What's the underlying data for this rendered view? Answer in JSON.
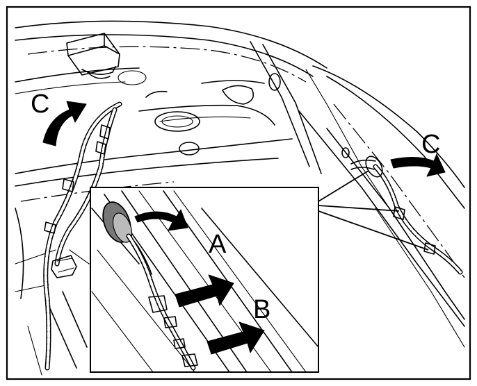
{
  "labels": {
    "a": "A",
    "b": "B",
    "c_left": "C",
    "c_right": "C"
  }
}
